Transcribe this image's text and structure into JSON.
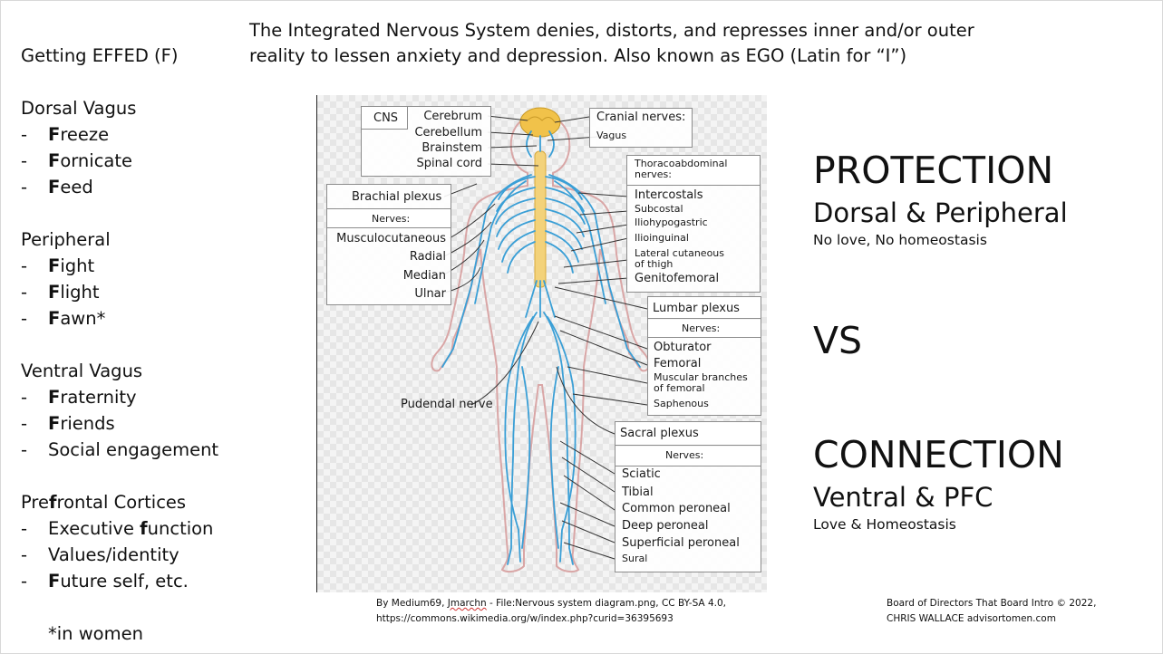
{
  "heading": {
    "line1": "The Integrated Nervous System denies, distorts, and represses inner and/or outer",
    "line2": "reality to lessen anxiety and depression. Also known as EGO (Latin for “I”)"
  },
  "left": {
    "title": "Getting EFFED (F)",
    "dash": "-",
    "dorsal": {
      "title": "Dorsal Vagus",
      "items": [
        {
          "bold": "F",
          "rest": "reeze"
        },
        {
          "bold": "F",
          "rest": "ornicate"
        },
        {
          "bold": "F",
          "rest": "eed"
        }
      ]
    },
    "peripheral": {
      "title": "Peripheral",
      "items": [
        {
          "bold": "F",
          "rest": "ight"
        },
        {
          "bold": "F",
          "rest": "light"
        },
        {
          "bold": "F",
          "rest": "awn*"
        }
      ]
    },
    "ventral": {
      "title": "Ventral Vagus",
      "items": [
        {
          "bold": "F",
          "rest": "raternity"
        },
        {
          "bold": "F",
          "rest": "riends"
        },
        {
          "text": "Social engagement"
        }
      ]
    },
    "prefrontal": {
      "title_a": "Pre",
      "title_b": "f",
      "title_c": "rontal Cortices",
      "items": [
        {
          "a": "Executive ",
          "b": "f",
          "c": "unction"
        },
        {
          "text": "Values/identity"
        },
        {
          "bold": "F",
          "rest": "uture self, etc."
        }
      ]
    },
    "note": "*in women"
  },
  "diagram": {
    "cns_box": {
      "title": "CNS",
      "items": [
        "Cerebrum",
        "Cerebellum",
        "Brainstem",
        "Spinal cord"
      ]
    },
    "cranial_box": {
      "title": "Cranial nerves:",
      "items": [
        "Vagus"
      ]
    },
    "brachial_box": {
      "title": "Brachial plexus",
      "nerves_label": "Nerves:",
      "items": [
        "Musculocutaneous",
        "Radial",
        "Median",
        "Ulnar"
      ]
    },
    "thoraco_box": {
      "title_line1": "Thoracoabdominal",
      "title_line2": "nerves:",
      "items": [
        "Intercostals",
        "Subcostal",
        "Iliohypogastric",
        "Ilioinguinal"
      ],
      "lateral_line1": "Lateral cutaneous",
      "lateral_line2": "of thigh",
      "last": "Genitofemoral"
    },
    "lumbar_box": {
      "title": "Lumbar plexus",
      "nerves_label": "Nerves:",
      "items": [
        "Obturator",
        "Femoral"
      ],
      "muscular_line1": "Muscular branches",
      "muscular_line2": "of femoral",
      "last": "Saphenous"
    },
    "pudendal": "Pudendal nerve",
    "sacral_box": {
      "title": "Sacral plexus",
      "nerves_label": "Nerves:",
      "items": [
        "Sciatic",
        "Tibial",
        "Common peroneal",
        "Deep peroneal",
        "Superficial peroneal",
        "Sural"
      ]
    },
    "colors": {
      "nerve": "#3a9fd6",
      "spine": "#f3d27a",
      "brain": "#f1c24a",
      "body_outline": "#d9a6a6"
    }
  },
  "credit": {
    "line1a": "By Medium69, ",
    "line1b": "Jmarchn",
    "line1c": " - File:Nervous system diagram.png, CC BY-SA 4.0,",
    "line2": "https://commons.wikimedia.org/w/index.php?curid=36395693"
  },
  "board": {
    "line1": "Board of Directors That Board Intro © 2022,",
    "line2": "CHRIS WALLACE advisortomen.com"
  },
  "right": {
    "protection": {
      "title": "PROTECTION",
      "sub": "Dorsal & Peripheral",
      "note": "No love, No homeostasis"
    },
    "vs": "VS",
    "connection": {
      "title": "CONNECTION",
      "sub": "Ventral & PFC",
      "note": "Love & Homeostasis"
    }
  }
}
